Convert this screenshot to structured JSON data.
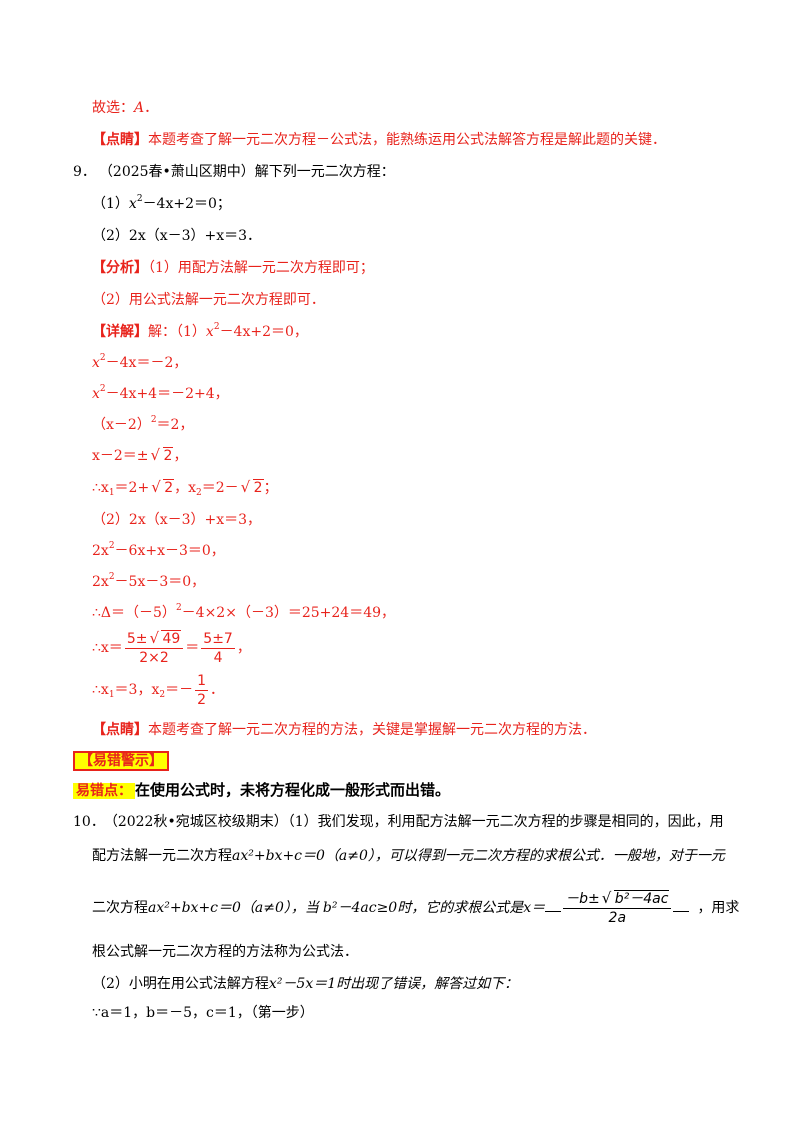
{
  "lines": {
    "l1": "故选：",
    "l1_ans": "A",
    "l1_end": "．",
    "dp1_tag": "【点睛】",
    "dp1_text": "本题考查了解一元二次方程－公式法，能熟练运用公式法解答方程是解此题的关键．",
    "q9_num": "9．",
    "q9_src": "（2025春•萧山区期中）解下列一元二次方程：",
    "q9_p1_pre": "（1）",
    "q9_p1_eq": "－4x+2＝0；",
    "q9_p2": "（2）2x（x－3）+x＝3．",
    "fx_tag": "【分析】",
    "fx_1": "（1）用配方法解一元二次方程即可；",
    "fx_2": "（2）用公式法解一元二次方程即可．",
    "xj_tag": "【详解】",
    "xj_1": "解：（1）",
    "xj_1b": "－4x+2＝0，",
    "s1": "－4x＝－2，",
    "s2": "－4x+4＝－2+4，",
    "s3a": "（x－2）",
    "s3b": "＝2，",
    "s4": "x－2＝±",
    "s4_end": "，",
    "s5a": "∴x",
    "s5b": "＝2+",
    "s5c": "，x",
    "s5d": "＝2－",
    "s5e": "；",
    "s6": "（2）2x（x－3）+x＝3，",
    "s7a": "2x",
    "s7b": "－6x+x－3＝0，",
    "s8a": "2x",
    "s8b": "－5x－3＝0，",
    "s9a": "∴Δ＝（－5）",
    "s9b": "－4×2×（－3）＝25+24＝49，",
    "s10a": "∴x＝",
    "s10_num1": "5±",
    "s10_rad": "49",
    "s10_den1": "2×2",
    "s10_eq": "＝",
    "s10_num2": "5±7",
    "s10_den2": "4",
    "s10_end": "，",
    "s11a": "∴x",
    "s11b": "＝3，x",
    "s11c": "＝－",
    "s11_num": "1",
    "s11_den": "2",
    "s11_end": "．",
    "dp2_tag": "【点睛】",
    "dp2_text": "本题考查了解一元二次方程的方法，关键是掌握解一元二次方程的方法．",
    "warn": "【易错警示】",
    "yc_tag": "易错点：",
    "yc_text": "在使用公式时，未将方程化成一般形式而出错。",
    "q10_num": "10．",
    "q10_l1": "（2022秋•宛城区校级期末）（1）我们发现，利用配方法解一元二次方程的步骤是相同的，因此，用",
    "q10_l2a": "配方法解一元二次方程",
    "q10_l2b": "ax²+bx+c＝0（a≠0），可以得到一元二次方程的求根公式．一般地，对于一元",
    "q10_l3a": "二次方程",
    "q10_l3b": "ax²+bx+c＝0（a≠0），当",
    "q10_l3c": "b²－4ac≥0时，它的求根公式是",
    "q10_x": "x＝",
    "q10_fnum1": "－b±",
    "q10_frad": "b²－4ac",
    "q10_fden": "2a",
    "q10_l3d": "，用求",
    "q10_l4": "根公式解一元二次方程的方法称为公式法．",
    "q10_l5a": "（2）小明在用公式法解方程",
    "q10_l5b": "x²－5x＝1时出现了错误，解答过如下：",
    "q10_l6": "∵a＝1，b＝－5，c＝1，（第一步）",
    "sup2": "2",
    "sub1": "1",
    "sub2": "2",
    "x": "x",
    "rad_small": "2"
  }
}
